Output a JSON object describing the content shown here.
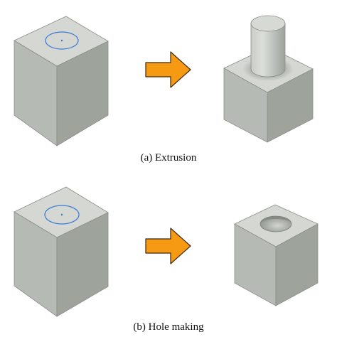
{
  "captions": {
    "extrusion": "(a) Extrusion",
    "hole_making": "(b) Hole making"
  },
  "colors": {
    "cube_top": "#d4d7d2",
    "cube_left": "#b6bab4",
    "cube_right": "#9ea39c",
    "edge": "#8b8f89",
    "sketch_circle": "#3c7bd9",
    "arrow_fill": "#f59a12",
    "arrow_stroke": "#3a2a10",
    "background": "#ffffff"
  },
  "icons": {
    "arrow": "orange-right-arrow",
    "sketch": "blue-sketch-circle"
  }
}
